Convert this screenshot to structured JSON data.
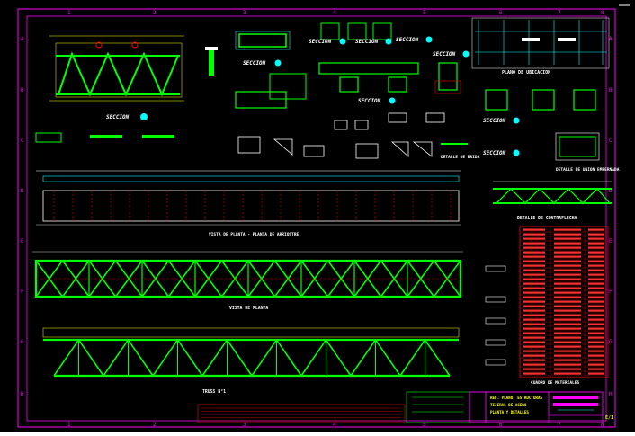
{
  "sheet": {
    "border_color": "#ff00ff",
    "drawing_bg": "#000000",
    "colors": {
      "border": "#ff00ff",
      "frame": "#ffffff",
      "steel": "#00ff00",
      "text": "#ffff00",
      "dim": "#00ffff",
      "red": "#ff0000",
      "blue": "#4040ff"
    },
    "col_labels": [
      "1",
      "2",
      "3",
      "4",
      "5",
      "6",
      "7",
      "8"
    ],
    "row_labels": [
      "A",
      "B",
      "C",
      "D",
      "E",
      "F",
      "G",
      "H"
    ]
  },
  "labels": {
    "section_a1": "SECCION",
    "section_a2": "SECCION",
    "section_a3": "SECCION",
    "section_b1": "SECCION",
    "section_b2": "SECCION",
    "section_c1": "SECCION",
    "section_c2": "SECCION",
    "section_c3": "SECCION",
    "section_d1": "SECCION",
    "plano_ubicacion": "PLANO DE UBICACION",
    "detalle_union": "DETALLE DE UNION EMPERNADA",
    "detalle_contraflecha": "DETALLE DE CONTRAFLECHA",
    "vista_planta_arriostre": "VISTA DE PLANTA - PLANTA DE ARRIOSTRE",
    "vista_planta": "VISTA DE PLANTA",
    "detalle_brida": "DETALLE DE BRIDA",
    "tijeral": "TRUSS N°1",
    "material_title": "CUADRO DE MATERIALES",
    "title_block_line1": "REF. PLANO: ESTRUCTURAS",
    "title_block_line2": "TIJERAL DE ACERO",
    "title_block_line3": "PLANTA Y DETALLES",
    "sheet_no": "E/1"
  }
}
